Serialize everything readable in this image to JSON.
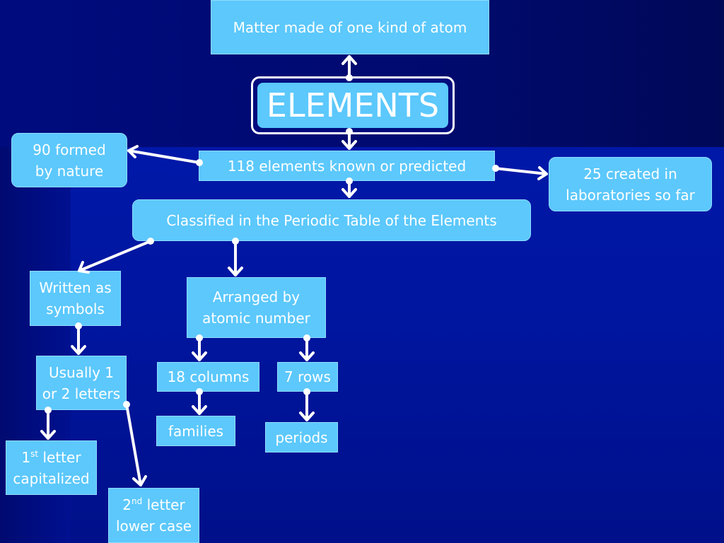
{
  "nodes": {
    "definition": "Matter made of one kind of atom",
    "elements": "ELEMENTS",
    "formed_nature": [
      "90 formed",
      "by nature"
    ],
    "known": "118 elements known or predicted",
    "created_lab": [
      "25 created in",
      "laboratories so far"
    ],
    "classified": "Classified in the Periodic Table of the Elements",
    "written_symbols": [
      "Written as",
      "symbols"
    ],
    "arranged": [
      "Arranged by",
      "atomic number"
    ],
    "letters": [
      "Usually 1",
      "or 2 letters"
    ],
    "columns": "18 columns",
    "rows": "7 rows",
    "families": "families",
    "periods": "periods",
    "first_letter": {
      "num": "1",
      "sup": "st",
      "rest": " letter",
      "line2": "capitalized"
    },
    "second_letter": {
      "num": "2",
      "sup": "nd",
      "rest": " letter",
      "line2": "lower case"
    }
  },
  "colors": {
    "box_fill": "#5cc8fc",
    "connector": "#ffffff",
    "background_top": "#000b7e",
    "background_bottom": "#0018a8"
  }
}
